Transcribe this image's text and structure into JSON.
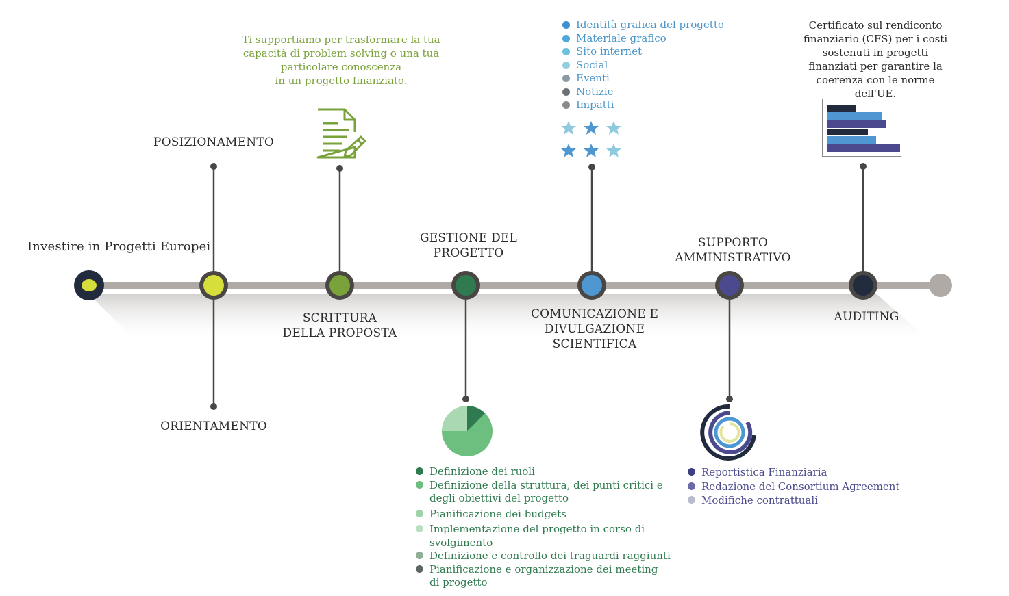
{
  "start": {
    "title": "Investire in Progetti Europei"
  },
  "milestones": [
    {
      "id": "posizionamento",
      "label": "POSIZIONAMENTO",
      "color": "#d6de3b"
    },
    {
      "id": "orientamento",
      "label": "ORIENTAMENTO",
      "color": "#d6de3b"
    },
    {
      "id": "scrittura",
      "label_lines": [
        "SCRITTURA",
        "DELLA PROPOSTA"
      ],
      "color": "#7aa23a"
    },
    {
      "id": "gestione",
      "label_lines": [
        "GESTIONE DEL",
        "PROGETTO"
      ],
      "color": "#2f7a4e"
    },
    {
      "id": "comunicazione",
      "label_lines": [
        "COMUNICAZIONE E",
        "DIVULGAZIONE",
        "SCIENTIFICA"
      ],
      "color": "#4f97d1"
    },
    {
      "id": "supporto",
      "label_lines": [
        "SUPPORTO",
        "AMMINISTRATIVO"
      ],
      "color": "#4b4a8e"
    },
    {
      "id": "auditing",
      "label": "AUDITING",
      "color": "#222a3d"
    }
  ],
  "scrittura_note": {
    "lines": [
      "Ti supportiamo per trasformare la tua",
      "capacità di problem solving o una tua",
      "particolare conoscenza",
      "in un progetto finanziato."
    ],
    "color": "#7aa23a"
  },
  "comunicazione_list": [
    {
      "text": "Identità grafica del progetto",
      "color": "#3f8fce"
    },
    {
      "text": "Materiale grafico",
      "color": "#4ea8d8"
    },
    {
      "text": "Sito internet",
      "color": "#6cc0dc"
    },
    {
      "text": "Social",
      "color": "#92cde0"
    },
    {
      "text": "Eventi",
      "color": "#8c9aa3"
    },
    {
      "text": "Notizie",
      "color": "#6a7176"
    },
    {
      "text": "Impatti",
      "color": "#8a8a8a"
    }
  ],
  "comunicazione_text_color": "#4a95c9",
  "auditing_note": {
    "lines": [
      "Certificato sul rendiconto",
      "finanziario (CFS) per i costi",
      "sostenuti in progetti",
      "finanziati per garantire la",
      "coerenza con le norme",
      "dell'UE."
    ]
  },
  "gestione_list": [
    {
      "lines": [
        "Definizione dei ruoli"
      ],
      "color": "#2f7a4e"
    },
    {
      "lines": [
        "Definizione della struttura, dei punti critici e",
        "degli obiettivi del progetto"
      ],
      "color": "#6cbf7e"
    },
    {
      "lines": [
        "Pianificazione dei budgets"
      ],
      "color": "#9ed3a8"
    },
    {
      "lines": [
        "Implementazione del progetto in corso di",
        "svolgimento"
      ],
      "color": "#b9dfc0"
    },
    {
      "lines": [
        "Definizione e controllo dei traguardi raggiunti"
      ],
      "color": "#8fae96"
    },
    {
      "lines": [
        "Pianificazione e organizzazione dei meeting",
        "di progetto"
      ],
      "color": "#5e6661"
    }
  ],
  "gestione_text_color": "#2f7a4e",
  "supporto_list": [
    {
      "text": "Reportistica Finanziaria",
      "color": "#3e3f80"
    },
    {
      "text": "Redazione del Consortium Agreement",
      "color": "#6a6aa8"
    },
    {
      "text": "Modifiche contrattuali",
      "color": "#b9bccb"
    }
  ],
  "supporto_text_color": "#4b4a8e",
  "icons": {
    "document": "document-edit-icon",
    "stars": "stars-icon",
    "bar_chart": "bar-chart-icon",
    "pie_chart": "pie-chart-icon",
    "radial_chart": "radial-chart-icon"
  },
  "colors": {
    "timeline": "#b0aaa6",
    "node_ring": "#4a4644",
    "stem": "#4a4644"
  }
}
